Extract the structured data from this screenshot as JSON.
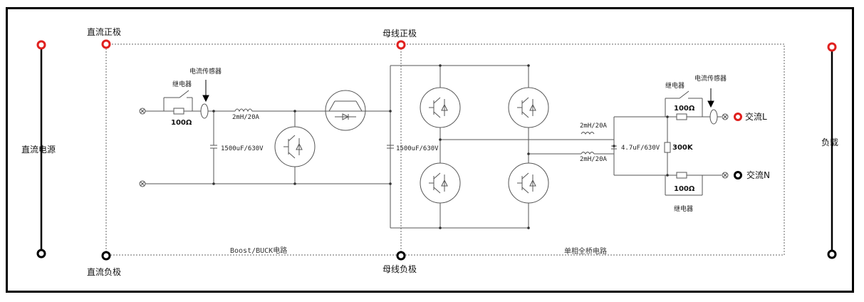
{
  "dc_source": "直流电源",
  "load": "负载",
  "dc_positive": "直流正极",
  "dc_negative": "直流负极",
  "bus_positive": "母线正极",
  "bus_negative": "母线负极",
  "boost_buck_circuit": "Boost/BUCK电路",
  "single_phase_bridge": "单相全桥电路",
  "relay_left": "继电器",
  "current_sensor_left": "电流传感器",
  "resistor_left": "100Ω",
  "inductor_left": "2mH/20A",
  "cap_left": "1500uF/630V",
  "cap_bus": "1500uF/630V",
  "inductor_top": "2mH/20A",
  "inductor_bottom": "2mH/20A",
  "cap_ac": "4.7uF/630V",
  "resistor_ac": "300K",
  "relay_top": "继电器",
  "current_sensor_right": "电流传感器",
  "resistor_top": "100Ω",
  "resistor_bottom": "100Ω",
  "relay_bottom": "继电器",
  "ac_L": "交流L",
  "ac_N": "交流N"
}
